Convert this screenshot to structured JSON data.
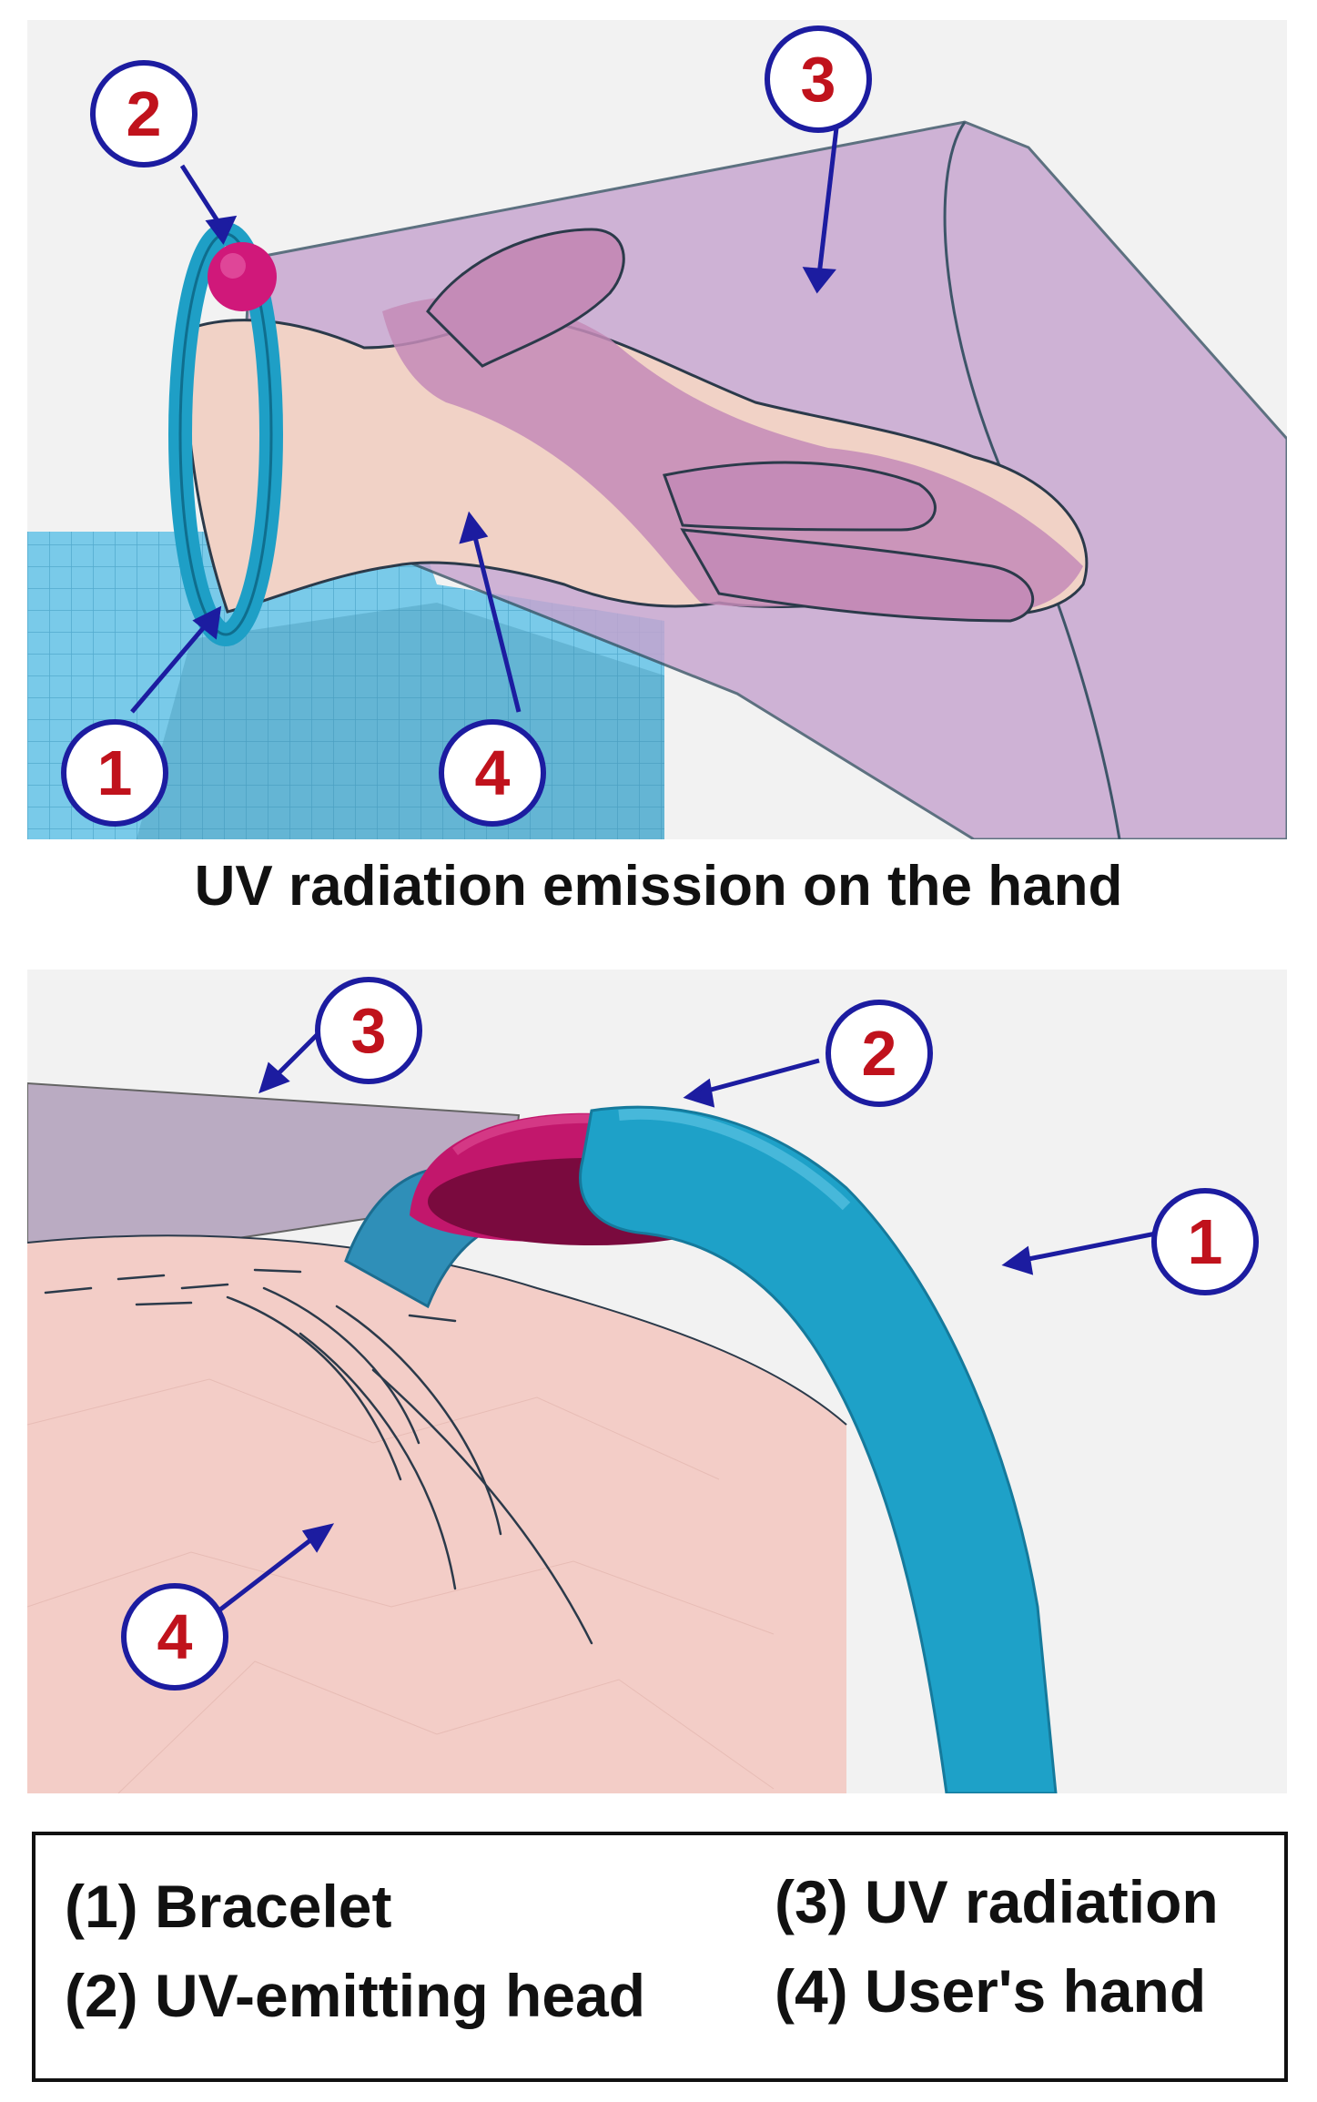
{
  "caption": "UV radiation emission on the hand",
  "legend": {
    "items": [
      {
        "id": 1,
        "label": "(1) Bracelet"
      },
      {
        "id": 2,
        "label": "(2) UV-emitting head"
      },
      {
        "id": 3,
        "label": "(3) UV radiation"
      },
      {
        "id": 4,
        "label": "(4) User's hand"
      }
    ]
  },
  "callouts": {
    "top": [
      "1",
      "2",
      "3",
      "4"
    ],
    "bottom": [
      "1",
      "2",
      "3",
      "4"
    ]
  },
  "colors": {
    "bracelet": "#1ea1c8",
    "head": "#d0187a",
    "uv_radiation": "#c8a6cf",
    "hand": "#f3cdc4",
    "callout_border": "#1c1ca0",
    "callout_number": "#c0121c",
    "grid_plate": "#6fc7e8"
  }
}
